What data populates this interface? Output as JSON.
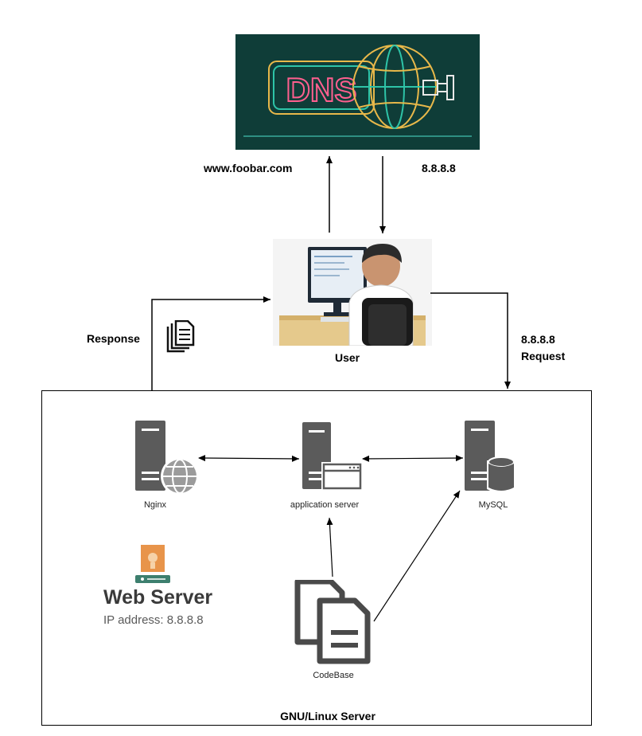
{
  "dns": {
    "logo_text": "DNS"
  },
  "labels": {
    "domain": "www.foobar.com",
    "dns_answer": "8.8.8.8",
    "user": "User",
    "response": "Response",
    "request_ip": "8.8.8.8",
    "request": "Request",
    "server_frame": "GNU/Linux Server"
  },
  "nodes": {
    "nginx": "Nginx",
    "app_server": "application server",
    "mysql": "MySQL",
    "codebase": "CodeBase"
  },
  "web_server": {
    "title": "Web Server",
    "ip_line": "IP address: 8.8.8.8"
  },
  "colors": {
    "dns_bg": "#0f3d38",
    "server_gray": "#5b5b5b",
    "accent_orange": "#e8944a",
    "accent_green": "#3d7f6e"
  }
}
